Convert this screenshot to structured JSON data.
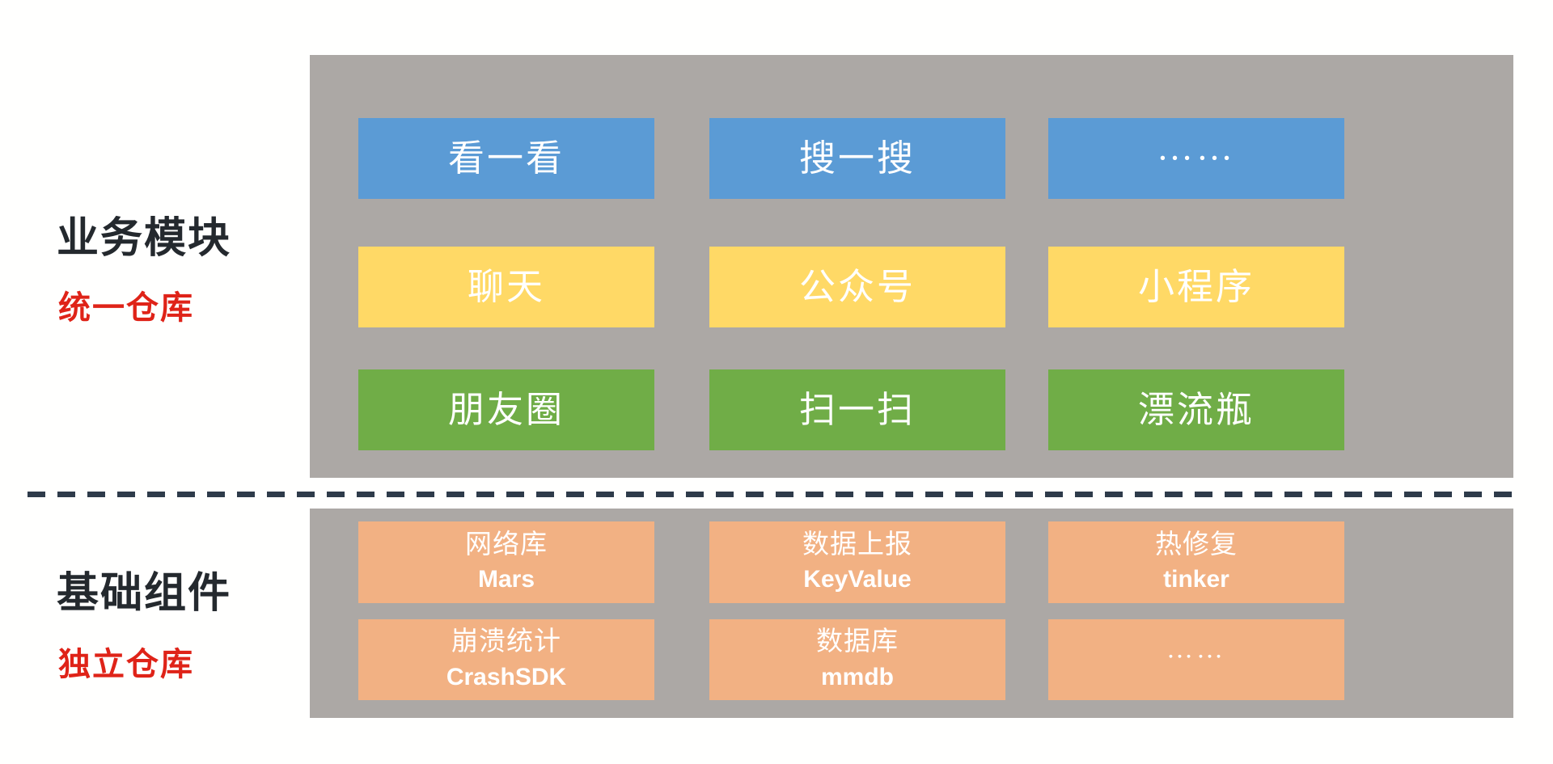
{
  "colors": {
    "canvas": "#FFFFFE",
    "panel": "#ACA8A5",
    "blue": "#5B9BD5",
    "yellow": "#FFD966",
    "green": "#70AD47",
    "orange": "#F2B183",
    "dash": "#2E3B4A",
    "label_dark": "#24292E",
    "label_red": "#DF2318",
    "box_text": "#FFFFFF"
  },
  "labels": {
    "business": {
      "title": "业务模块",
      "subtitle": "统一仓库"
    },
    "base": {
      "title": "基础组件",
      "subtitle": "独立仓库"
    }
  },
  "business_modules": {
    "rows": [
      {
        "items": [
          "看一看",
          "搜一搜",
          "……"
        ]
      },
      {
        "items": [
          "聊天",
          "公众号",
          "小程序"
        ]
      },
      {
        "items": [
          "朋友圈",
          "扫一扫",
          "漂流瓶"
        ]
      }
    ]
  },
  "base_components": {
    "rows": [
      [
        {
          "name": "网络库",
          "lib": "Mars"
        },
        {
          "name": "数据上报",
          "lib": "KeyValue"
        },
        {
          "name": "热修复",
          "lib": "tinker"
        }
      ],
      [
        {
          "name": "崩溃统计",
          "lib": "CrashSDK"
        },
        {
          "name": "数据库",
          "lib": "mmdb"
        },
        {
          "name": "……",
          "lib": ""
        }
      ]
    ]
  }
}
